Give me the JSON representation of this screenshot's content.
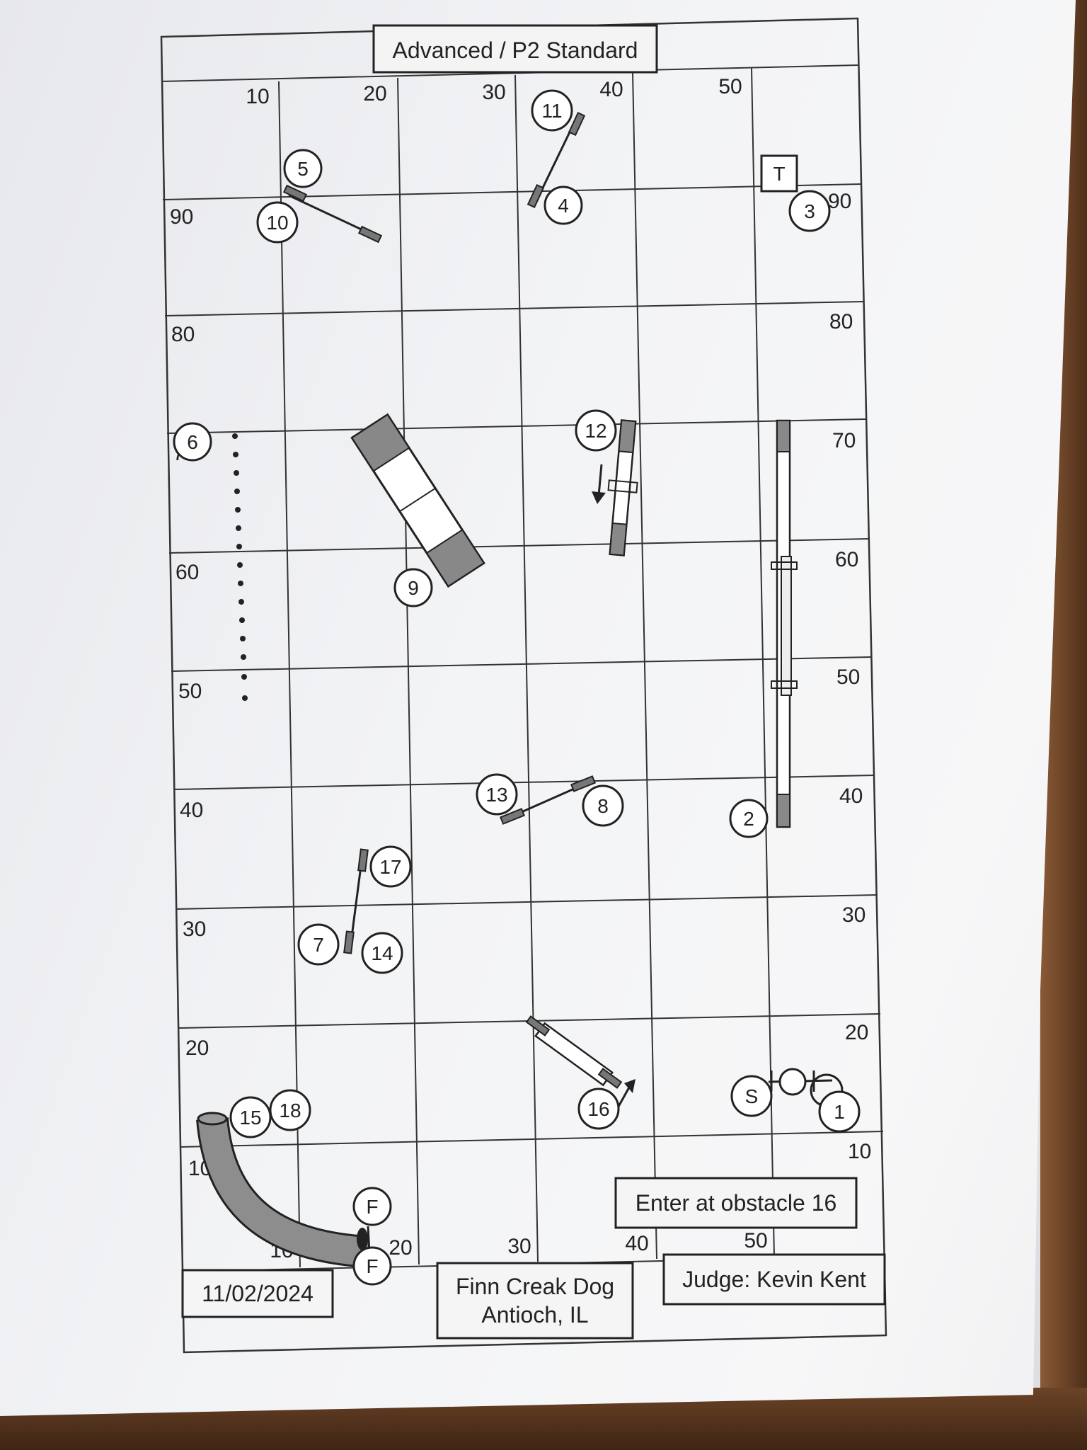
{
  "title": "Advanced / P2 Standard",
  "axes": {
    "top": [
      "10",
      "20",
      "30",
      "40",
      "50"
    ],
    "bottom": [
      "10",
      "20",
      "30",
      "40",
      "50"
    ],
    "left": [
      "90",
      "80",
      "70",
      "60",
      "50",
      "40",
      "30",
      "20",
      "10"
    ],
    "right": [
      "90",
      "80",
      "70",
      "60",
      "50",
      "40",
      "30",
      "20",
      "10"
    ]
  },
  "obstacle_numbers": [
    "1",
    "2",
    "3",
    "4",
    "5",
    "6",
    "7",
    "8",
    "9",
    "10",
    "11",
    "12",
    "13",
    "14",
    "15",
    "16",
    "17",
    "18"
  ],
  "markers": {
    "start": "S",
    "table": "T",
    "finish": "F"
  },
  "notes": {
    "enter": "Enter at obstacle 16",
    "date": "11/02/2024",
    "location_line1": "Finn Creak Dog",
    "location_line2": "Antioch, IL",
    "judge": "Judge: Kevin Kent"
  }
}
